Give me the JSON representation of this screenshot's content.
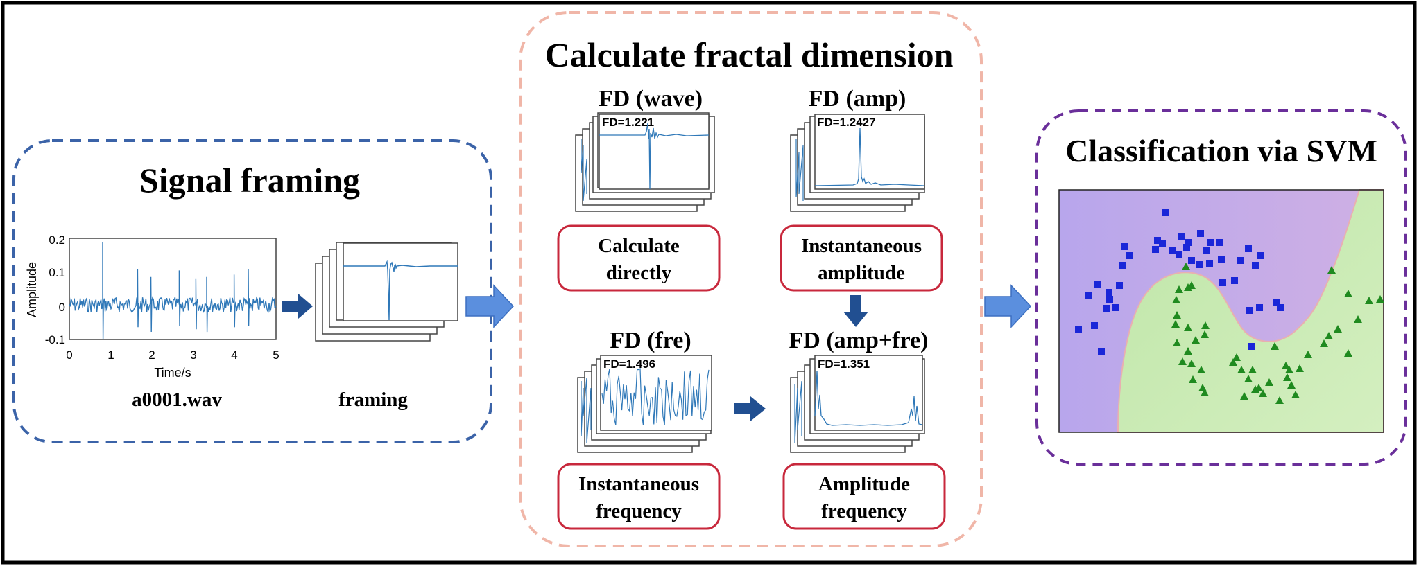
{
  "sections": {
    "signal_framing": {
      "title": "Signal framing",
      "plot": {
        "ylabel": "Amplitude",
        "xlabel": "Time/s",
        "yticks": [
          "0.2",
          "0.1",
          "0",
          "-0.1"
        ],
        "xticks": [
          "0",
          "1",
          "2",
          "3",
          "4",
          "5"
        ]
      },
      "caption_wave": "a0001.wav",
      "caption_framing": "framing"
    },
    "fractal": {
      "title": "Calculate fractal dimension",
      "panels": {
        "wave": {
          "heading": "FD (wave)",
          "fd_label": "FD=1.221",
          "box": [
            "Calculate",
            "directly"
          ]
        },
        "amp": {
          "heading": "FD (amp)",
          "fd_label": "FD=1.2427",
          "box": [
            "Instantaneous",
            "amplitude"
          ]
        },
        "fre": {
          "heading": "FD (fre)",
          "fd_label": "FD=1.496",
          "box": [
            "Instantaneous",
            "frequency"
          ]
        },
        "ampfre": {
          "heading": "FD (amp+fre)",
          "fd_label": "FD=1.351",
          "box": [
            "Amplitude",
            "frequency"
          ]
        }
      }
    },
    "svm": {
      "title": "Classification via SVM"
    }
  },
  "colors": {
    "blue_dash": "#3b63a8",
    "salmon_dash": "#f0b6a8",
    "purple_dash": "#6a2f9a",
    "red_box": "#c8283c",
    "signal": "#2f78b8",
    "arrow_light": "#5b8fde",
    "arrow_dark": "#214f91",
    "svm_purple": "#c4aee6",
    "svm_green": "#c8e8b2",
    "points_blue": "#1a26d8",
    "points_green": "#1f8a1f"
  }
}
